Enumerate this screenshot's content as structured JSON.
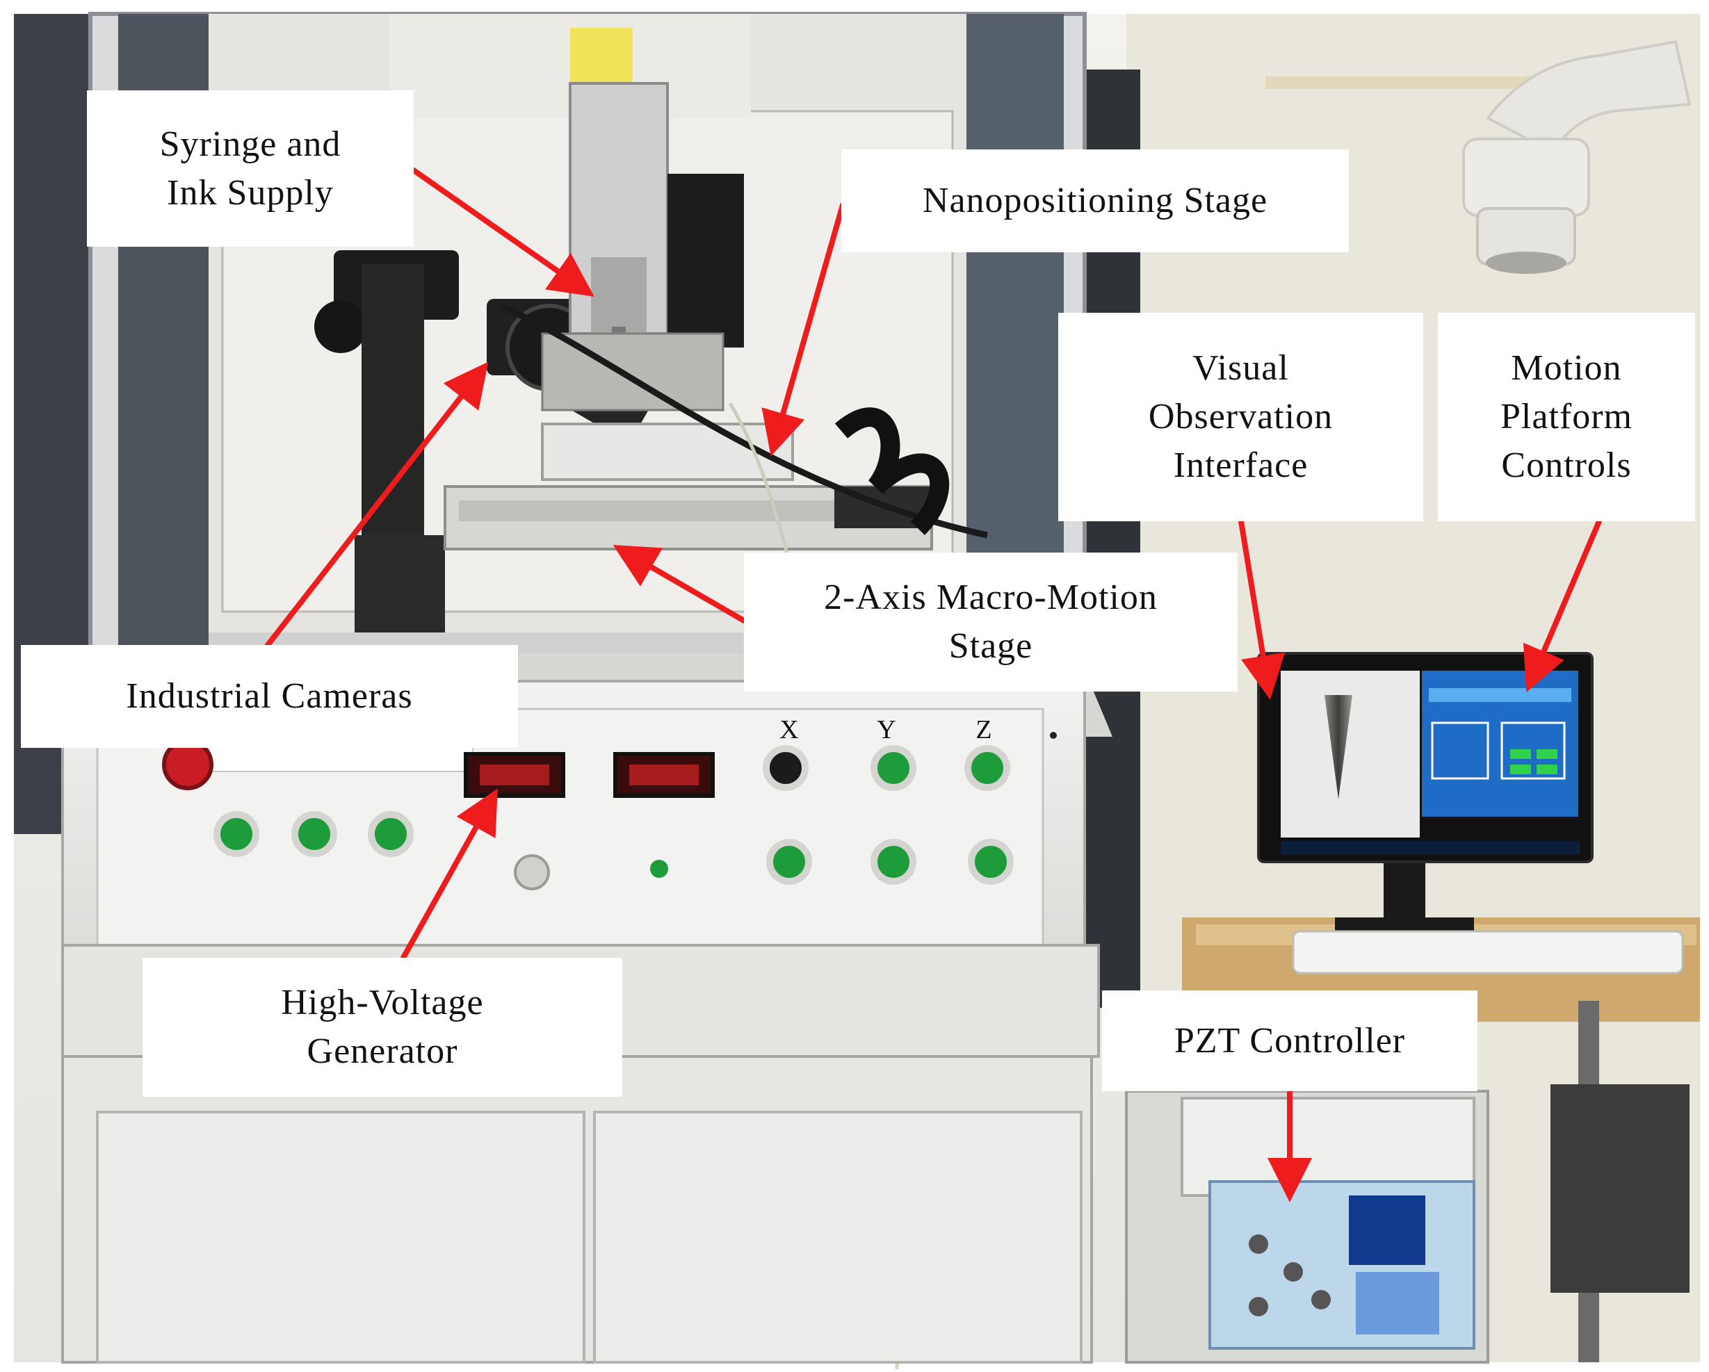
{
  "labels": {
    "syringe": [
      "Syringe and",
      "Ink Supply"
    ],
    "nano": [
      "Nanopositioning Stage"
    ],
    "visual": [
      "Visual",
      "Observation",
      "Interface"
    ],
    "motion": [
      "Motion",
      "Platform",
      "Controls"
    ],
    "macro": [
      "2-Axis Macro-Motion",
      "Stage"
    ],
    "cameras": [
      "Industrial Cameras"
    ],
    "hv": [
      "High-Voltage",
      "Generator"
    ],
    "pzt": [
      "PZT Controller"
    ]
  },
  "panel": {
    "axis_x": "X",
    "axis_y": "Y",
    "axis_z": "Z"
  },
  "colors": {
    "arrow": "#ee1c1c",
    "machine_frame": "#e8e8e6",
    "wall": "#efeee8",
    "button_green": "#1e9b3a",
    "emergency_red": "#c81d25",
    "led_red": "#ff2a2a"
  }
}
